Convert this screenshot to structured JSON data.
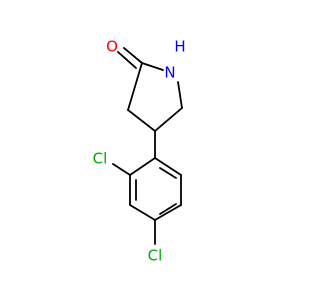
{
  "molecule": {
    "atoms": {
      "oxygen": {
        "label": "O",
        "color": "#ff0000"
      },
      "nitrogen": {
        "label": "N",
        "color": "#0000ff"
      },
      "nitrogen_hydrogen": {
        "label": "H",
        "color": "#0000ff"
      },
      "chlorine_ortho": {
        "label": "Cl",
        "color": "#00aa00"
      },
      "chlorine_para": {
        "label": "Cl",
        "color": "#00aa00"
      }
    },
    "bond_color": "#000000"
  }
}
